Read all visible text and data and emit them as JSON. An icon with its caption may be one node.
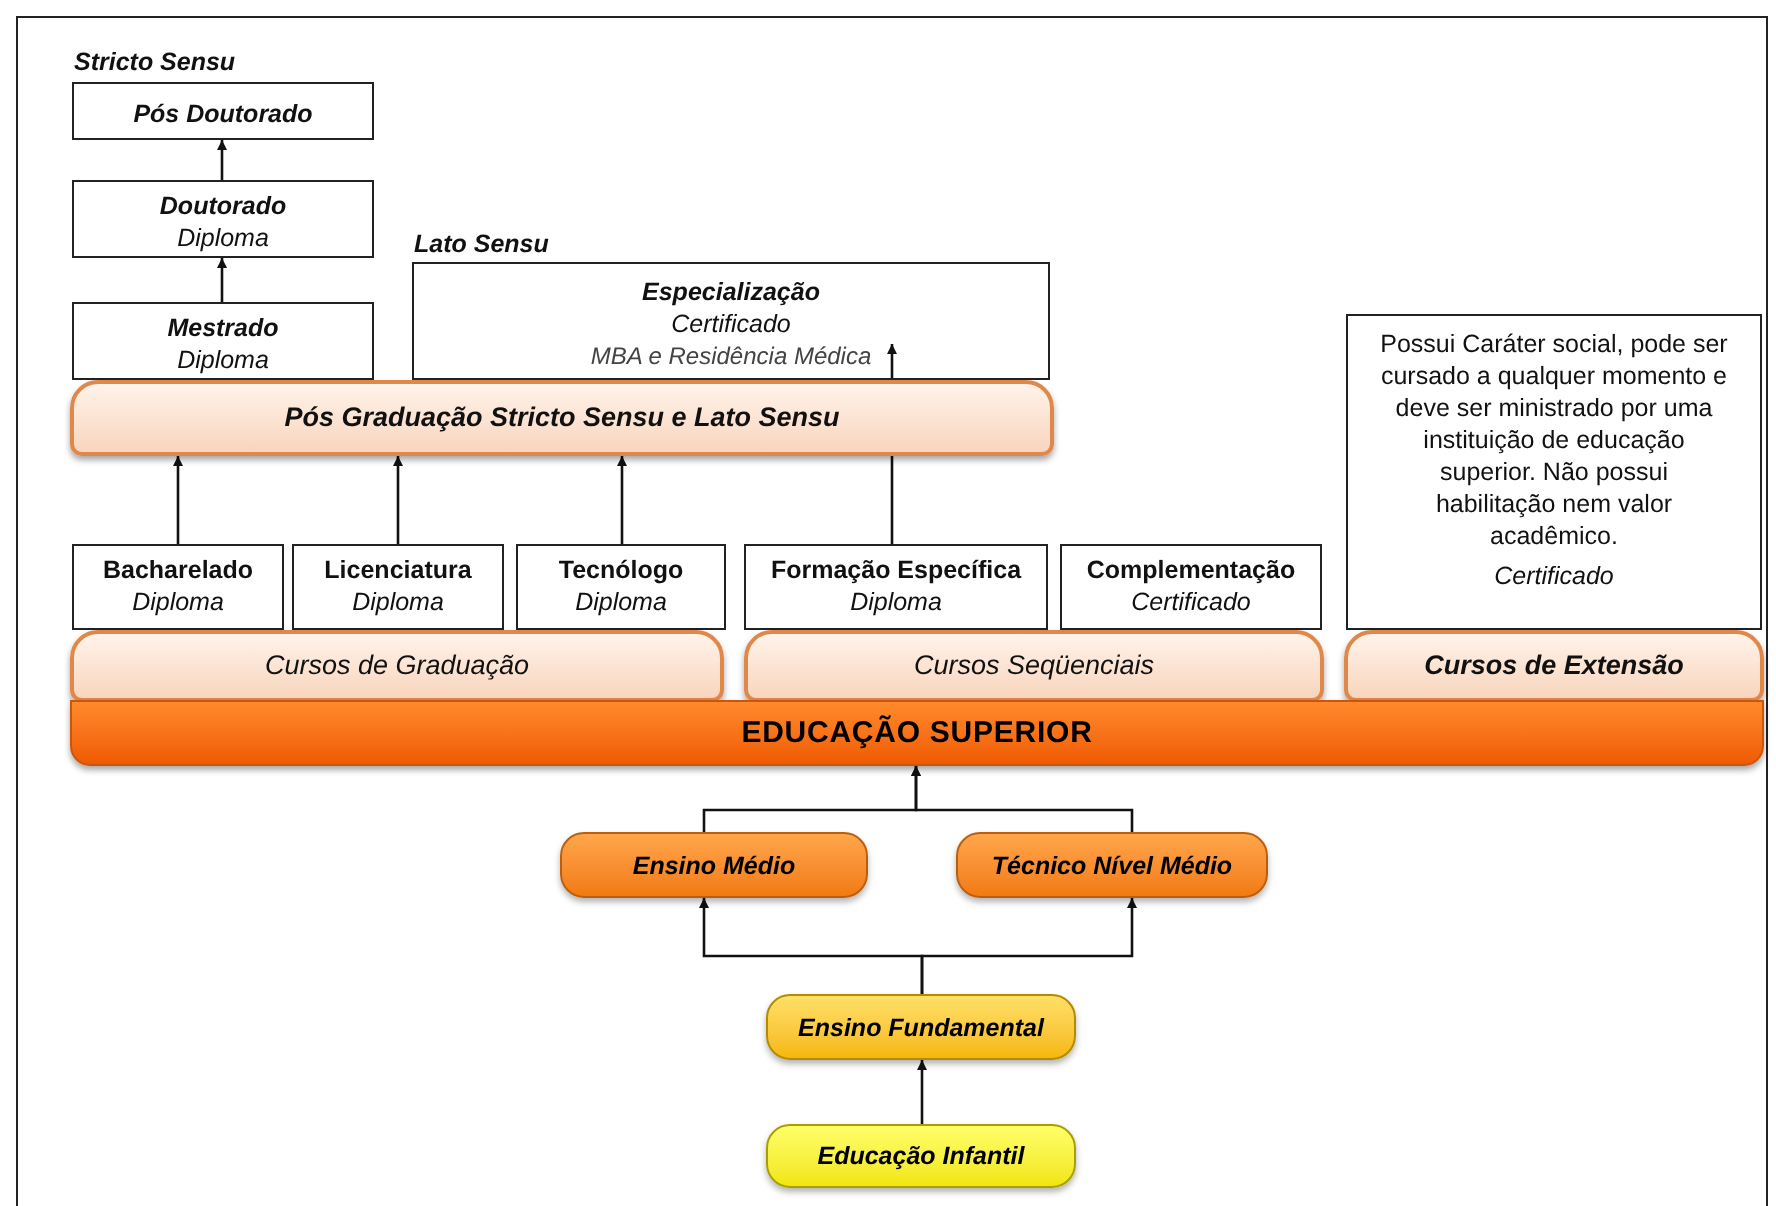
{
  "diagram": {
    "nodes": [
      {
        "text": [
          "Pós Doutorado"
        ]
      },
      {
        "text": [
          "Doutorado",
          "Diploma"
        ]
      },
      {
        "text": [
          "Mestrado",
          "Diploma"
        ]
      },
      {
        "text": [
          "Especialização",
          "Certificado",
          "MBA e Residência Médica"
        ]
      },
      {
        "text": [
          "Pós Graduação Stricto Sensu e Lato Sensu"
        ]
      },
      {
        "text": [
          "Bacharelado",
          "Diploma"
        ]
      },
      {
        "text": [
          "Licenciatura",
          "Diploma"
        ]
      },
      {
        "text": [
          "Tecnólogo",
          "Diploma"
        ]
      },
      {
        "text": [
          "Formação Específica",
          "Diploma"
        ]
      },
      {
        "text": [
          "Complementação",
          "Certificado"
        ]
      },
      {
        "text": [
          "Possui Caráter social, pode ser cursado a qualquer momento e deve ser ministrado por uma instituição de educação superior. Não possui habilitação nem valor acadêmico.",
          "Certificado"
        ]
      },
      {
        "text": [
          "Cursos de Graduação"
        ]
      },
      {
        "text": [
          "Cursos Seqüenciais"
        ]
      },
      {
        "text": [
          "Cursos de Extensão"
        ]
      },
      {
        "text": [
          "EDUCAÇÃO SUPERIOR"
        ]
      },
      {
        "text": [
          "Ensino Médio"
        ]
      },
      {
        "text": [
          "Técnico Nível Médio"
        ]
      },
      {
        "text": [
          "Ensino Fundamental"
        ]
      },
      {
        "text": [
          "Educação Infantil"
        ]
      }
    ],
    "edges": [
      {
        "from": 1,
        "to": 0,
        "arrow": "to"
      },
      {
        "from": 2,
        "to": 1,
        "arrow": "to"
      },
      {
        "from": 5,
        "to": 4,
        "arrow": "to"
      },
      {
        "from": 6,
        "to": 4,
        "arrow": "to"
      },
      {
        "from": 7,
        "to": 4,
        "arrow": "to"
      },
      {
        "from": 8,
        "to": 4,
        "arrow": "none"
      },
      {
        "from": 4,
        "to": 3,
        "arrow": "to"
      },
      {
        "from": 15,
        "to": 14,
        "arrow": "to"
      },
      {
        "from": 16,
        "to": 14,
        "arrow": "to"
      },
      {
        "from": 17,
        "to": 15,
        "arrow": "to"
      },
      {
        "from": 17,
        "to": 16,
        "arrow": "to"
      },
      {
        "from": 18,
        "to": 17,
        "arrow": "to"
      }
    ],
    "labels": [
      "Stricto Sensu",
      "Lato Sensu"
    ]
  }
}
